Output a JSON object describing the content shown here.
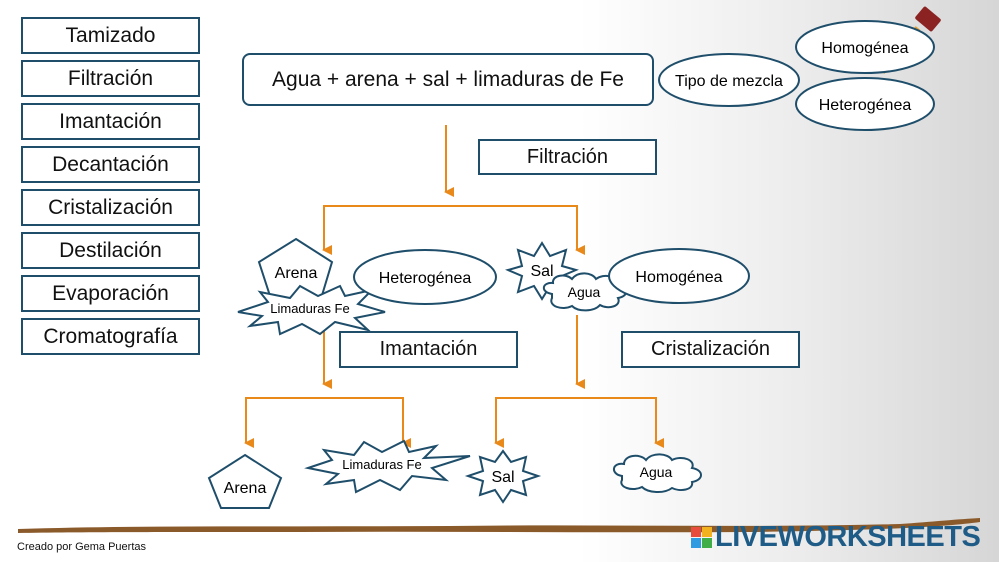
{
  "methods": [
    "Tamizado",
    "Filtración",
    "Imantación",
    "Decantación",
    "Cristalización",
    "Destilación",
    "Evaporación",
    "Cromatografía"
  ],
  "mixture": "Agua + arena + sal + limaduras de Fe",
  "step1": "Filtración",
  "mixture_type": {
    "label": "Tipo de mezcla",
    "option_a": "Homogénea",
    "option_b": "Heterogénea"
  },
  "left_branch": {
    "shape_a": "Arena",
    "shape_b": "Limaduras Fe",
    "type": "Heterogénea",
    "method": "Imantación",
    "result_a": "Arena",
    "result_b": "Limaduras Fe"
  },
  "right_branch": {
    "shape_a": "Sal",
    "shape_b": "Agua",
    "type": "Homogénea",
    "method": "Cristalización",
    "result_a": "Sal",
    "result_b": "Agua"
  },
  "footer": {
    "credit": "Creado por Gema Puertas",
    "logo": "LIVEWORKSHEETS"
  },
  "colors": {
    "border": "#1f4e6b",
    "arrow": "#e8891a",
    "ground": "#8b5a2b",
    "logo": "#1e5b86"
  }
}
